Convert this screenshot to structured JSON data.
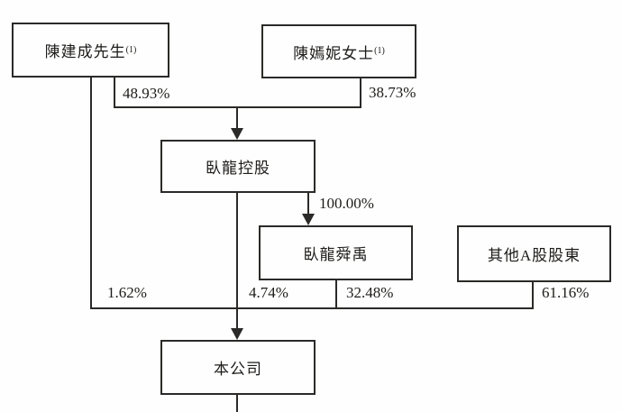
{
  "diagram": {
    "title": "shareholding-structure",
    "nodes": [
      {
        "id": "chen-jiancheng",
        "label": "陳建成先生",
        "superscript": "(1)"
      },
      {
        "id": "chen-yanni",
        "label": "陳嫣妮女士",
        "superscript": "(1)"
      },
      {
        "id": "wolong-holdings",
        "label": "臥龍控股",
        "superscript": ""
      },
      {
        "id": "wolong-shunyu",
        "label": "臥龍舜禹",
        "superscript": ""
      },
      {
        "id": "other-a-shareholders",
        "label": "其他A股股東",
        "superscript": ""
      },
      {
        "id": "the-company",
        "label": "本公司",
        "superscript": ""
      }
    ],
    "edges": [
      {
        "from": "陳建成先生",
        "to": "臥龍控股",
        "label": "48.93%"
      },
      {
        "from": "陳嫣妮女士",
        "to": "臥龍控股",
        "label": "38.73%"
      },
      {
        "from": "臥龍控股",
        "to": "臥龍舜禹",
        "label": "100.00%"
      },
      {
        "from": "陳建成先生",
        "to": "本公司",
        "label": "1.62%"
      },
      {
        "from": "臥龍控股",
        "to": "本公司",
        "label": "4.74%"
      },
      {
        "from": "臥龍舜禹",
        "to": "本公司",
        "label": "32.48%"
      },
      {
        "from": "其他A股股東",
        "to": "本公司",
        "label": "61.16%"
      }
    ],
    "colors": {
      "line": "#2b2a28",
      "text": "#1d1c1a",
      "background": "#fefefe"
    }
  }
}
